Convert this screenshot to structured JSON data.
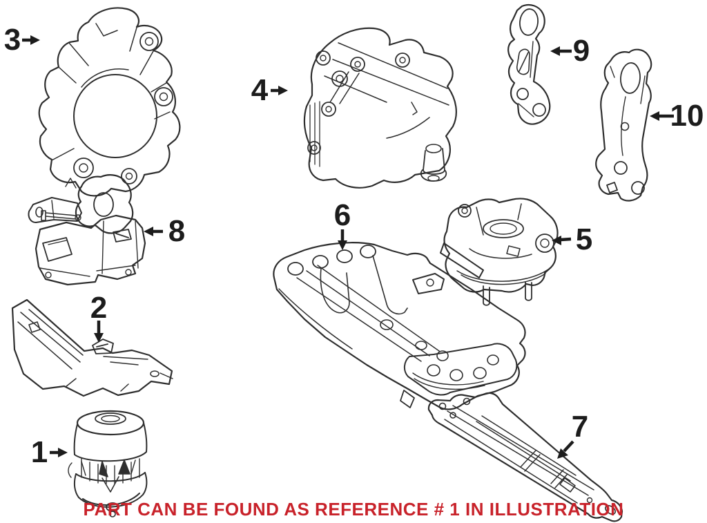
{
  "image": {
    "type": "parts-diagram",
    "background": "#ffffff",
    "line_color": "#2e2e2e"
  },
  "callouts": [
    {
      "ref": "1"
    },
    {
      "ref": "2"
    },
    {
      "ref": "3"
    },
    {
      "ref": "4"
    },
    {
      "ref": "5"
    },
    {
      "ref": "6"
    },
    {
      "ref": "7"
    },
    {
      "ref": "8"
    },
    {
      "ref": "9"
    },
    {
      "ref": "10"
    }
  ],
  "caption": {
    "text": "PART CAN BE FOUND AS REFERENCE # 1 IN ILLUSTRATION",
    "color": "#c8222a"
  }
}
